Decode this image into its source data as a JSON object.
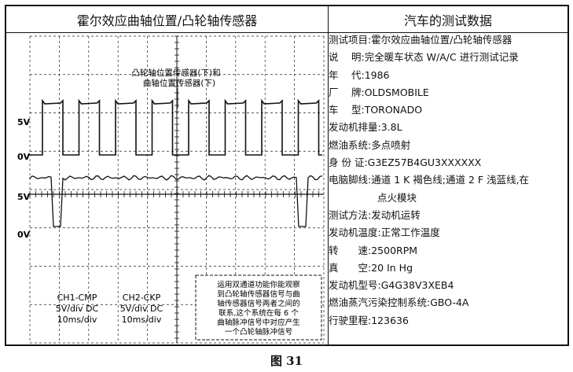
{
  "headers": {
    "left": "霍尔效应曲轴位置/凸轮轴传感器",
    "right": "汽车的测试数据"
  },
  "scope": {
    "annotation_line1": "凸轮轴位置传感器(下)和",
    "annotation_line2": "曲轴位置传感器(下)",
    "y_labels": [
      "5V",
      "0V",
      "5V",
      "0V"
    ],
    "ch1_line1": "CH1-CMP",
    "ch1_line2": "5V/div DC",
    "ch1_line3": "10ms/div",
    "ch2_line1": "CH2-CKP",
    "ch2_line2": "5V/div DC",
    "ch2_line3": "10ms/div",
    "note_lines": [
      "运用双通道功能你能观察",
      "到凸轮轴传感器信号与曲",
      "轴传感器信号两者之间的",
      "联系,这个系统在每 6 个",
      "曲轴脉冲信号中对应产生",
      "一个凸轮轴脉冲信号"
    ]
  },
  "test_data": {
    "rows": [
      {
        "label": "测试项目:",
        "value": "霍尔效应曲轴位置/凸轮轴传感器"
      },
      {
        "label": "说　 明:",
        "value": "完全暖车状态 W/A/C 进行测试记录"
      },
      {
        "label": "年　 代:",
        "value": "1986"
      },
      {
        "label": "厂　 牌:",
        "value": "OLDSMOBILE"
      },
      {
        "label": "车　 型:",
        "value": "TORONADO"
      },
      {
        "label": "发动机排量:",
        "value": "3.8L"
      },
      {
        "label": "燃油系统:",
        "value": "多点喷射"
      },
      {
        "label": "身 份 证:",
        "value": "G3EZ57B4GU3XXXXXX"
      },
      {
        "label": "电脑脚线:",
        "value": "通道 1 K 褐色线;通道 2 F 浅蓝线,在"
      },
      {
        "label": "",
        "value": "点火模块"
      },
      {
        "label": "测试方法:",
        "value": "发动机运转"
      },
      {
        "label": "发动机温度:",
        "value": "正常工作温度"
      },
      {
        "label": "转　　速:",
        "value": "2500RPM"
      },
      {
        "label": "真　　空:",
        "value": "20 In Hg"
      },
      {
        "label": "发动机型号:",
        "value": "G4G38V3XEB4"
      },
      {
        "label": "燃油蒸汽污染控制系统:",
        "value": "GBO-4A"
      },
      {
        "label": "行驶里程:",
        "value": "123636"
      }
    ]
  },
  "caption": "图 31"
}
